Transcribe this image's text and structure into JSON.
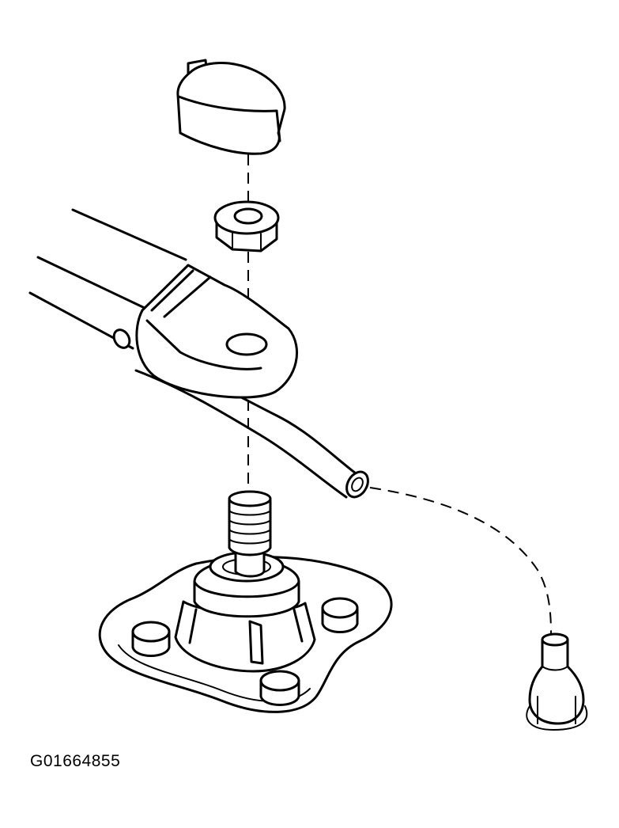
{
  "figure": {
    "id_label": "G01664855",
    "parts": [
      "wiper-arm-cap",
      "retaining-nut",
      "wiper-arm",
      "washer-hose",
      "pivot-shaft",
      "motor-base",
      "mounting-bolt",
      "hose-nozzle"
    ]
  }
}
